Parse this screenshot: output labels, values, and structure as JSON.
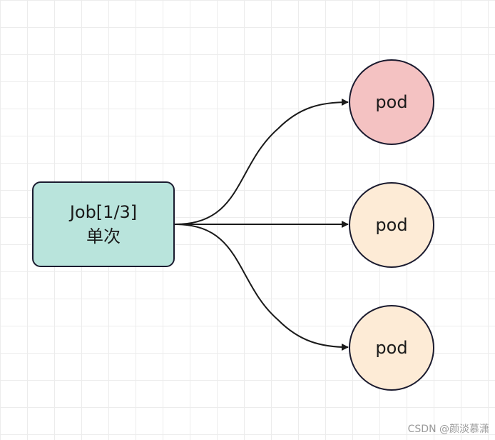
{
  "job": {
    "line1": "Job[1/3]",
    "line2": "单次",
    "fill_color": "#b9e4dc"
  },
  "pods": [
    {
      "label": "pod",
      "fill_color": "#f4c2c2"
    },
    {
      "label": "pod",
      "fill_color": "#fdebd6"
    },
    {
      "label": "pod",
      "fill_color": "#fdebd6"
    }
  ],
  "edge_color": "#1a1a1a",
  "watermark": "CSDN @颜淡慕潇"
}
